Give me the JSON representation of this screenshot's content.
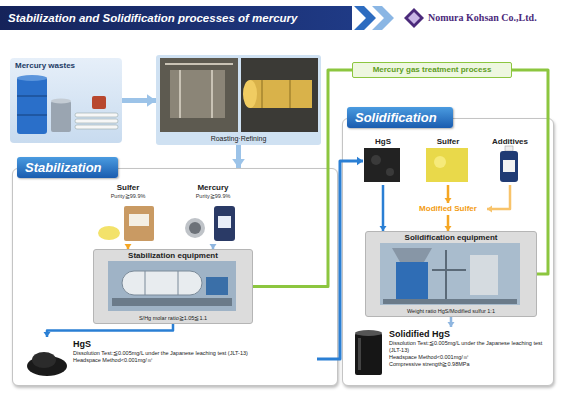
{
  "diagram": {
    "title": "Stabilization and Solidification processes of mercury",
    "nodes": [
      {
        "text": [
          "Mercury wastes"
        ]
      },
      {
        "text": [
          "Roasting·Refining"
        ]
      },
      {
        "text": [
          "Stabilization"
        ]
      },
      {
        "text": [
          "Sulfer",
          "Purity≧99.9%"
        ],
        "in": 2
      },
      {
        "text": [
          "Mercury",
          "Purity≧99.9%"
        ],
        "in": 2
      },
      {
        "text": [
          "Stabilization equipment",
          "S/Hg molar ratio≧1.05≦1.1"
        ],
        "in": 2
      },
      {
        "text": [
          "HgS",
          "Dissolution Test:≦0.005mg/L under the Japanese leaching test (JLT-13)",
          "Headspace Method<0.001mg/㎥"
        ],
        "in": 2
      },
      {
        "text": [
          "Mercury gas treatment process"
        ]
      },
      {
        "text": [
          "Solidification"
        ]
      },
      {
        "text": [
          "HgS"
        ],
        "in": 8
      },
      {
        "text": [
          "Sulfer"
        ],
        "in": 8
      },
      {
        "text": [
          "Additives"
        ],
        "in": 8
      },
      {
        "text": [
          "Modified Sulfer"
        ],
        "in": 8
      },
      {
        "text": [
          "Solidification equipment",
          "Weight ratio HgS/Modified sulfur 1:1"
        ],
        "in": 8
      },
      {
        "text": [
          "Solidified HgS",
          "Dissolution Test:≦0.005mg/L under the Japanese leaching test (JLT-13)",
          "Headspace Method<0.001mg/㎥",
          "Compressive strength≧0.98MPa"
        ],
        "in": 8
      }
    ],
    "edges": [
      {
        "from": 0,
        "to": 1,
        "arrow": "to"
      },
      {
        "from": 1,
        "to": 2,
        "arrow": "to"
      },
      {
        "from": 3,
        "to": 5,
        "arrow": "to"
      },
      {
        "from": 4,
        "to": 5,
        "arrow": "to"
      },
      {
        "from": 5,
        "to": 6,
        "arrow": "to"
      },
      {
        "from": 5,
        "to": 7,
        "arrow": "none"
      },
      {
        "from": 13,
        "to": 7,
        "arrow": "none"
      },
      {
        "from": 6,
        "to": 9,
        "arrow": "to"
      },
      {
        "from": 9,
        "to": 13,
        "arrow": "to"
      },
      {
        "from": 10,
        "to": 12,
        "arrow": "to"
      },
      {
        "from": 11,
        "to": 12,
        "arrow": "to"
      },
      {
        "from": 12,
        "to": 13,
        "arrow": "to"
      },
      {
        "from": 13,
        "to": 14,
        "arrow": "to"
      }
    ],
    "labels": [
      "Nomura Kohsan Co.,Ltd."
    ]
  }
}
